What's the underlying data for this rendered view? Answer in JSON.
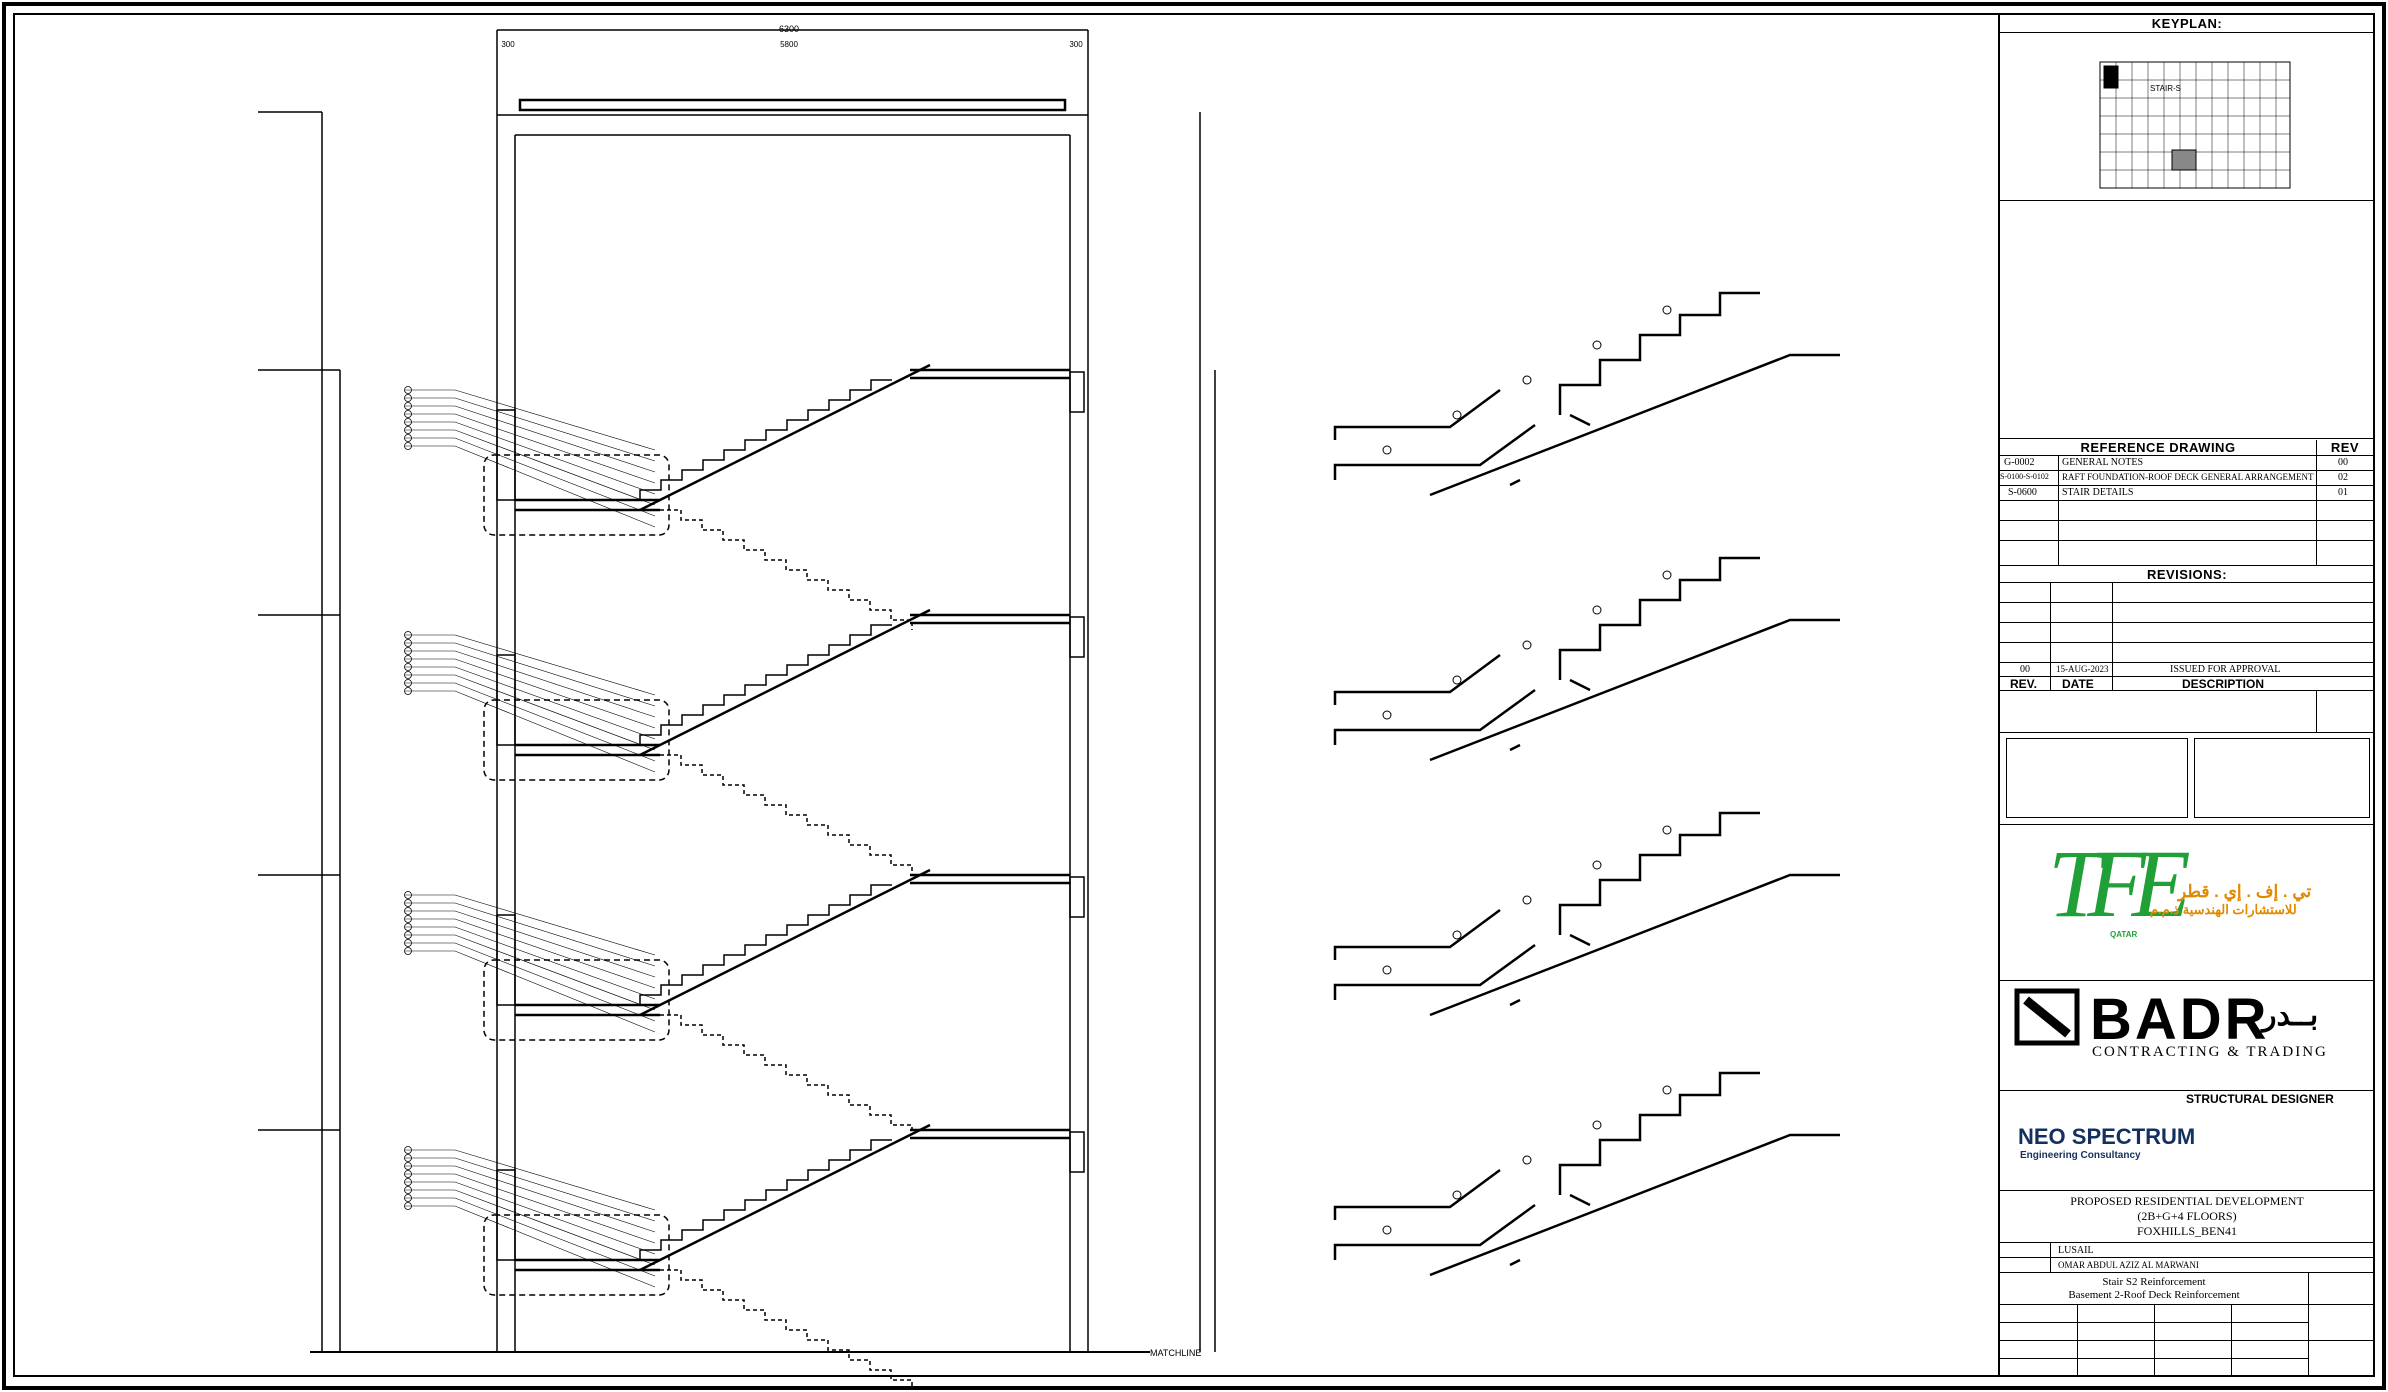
{
  "drawing": {
    "top_dims": [
      "6300",
      "300",
      "5800",
      "300"
    ],
    "section_bottom_label": "MATCHLINE"
  },
  "title_block": {
    "keyplan_title": "KEYPLAN:",
    "keyplan_label": "STAIR-S",
    "reference_title": "REFERENCE DRAWING",
    "reference_rev_header": "REV",
    "reference_rows": [
      {
        "no": "G-0002",
        "desc": "GENERAL NOTES",
        "rev": "00"
      },
      {
        "no": "S-0100-S-0102",
        "desc": "RAFT FOUNDATION-ROOF DECK GENERAL ARRANGEMENT",
        "rev": "02"
      },
      {
        "no": "S-0600",
        "desc": "STAIR DETAILS",
        "rev": "01"
      }
    ],
    "revisions_title": "REVISIONS:",
    "revision_rows": [
      {
        "rev": "00",
        "date": "15-AUG-2023",
        "desc": "ISSUED FOR APPROVAL"
      }
    ],
    "revisions_headers": [
      "REV.",
      "DATE",
      "DESCRIPTION"
    ],
    "consultant_arabic": "تي . إف . إي . قطر",
    "consultant_arabic_sub": "للاستشارات الهندسية ذ.م.م",
    "consultant_name": "QATAR",
    "badr_name": "BADR",
    "badr_arabic": "بــدر",
    "badr_sub": "CONTRACTING & TRADING",
    "designer_title": "STRUCTURAL DESIGNER",
    "neo_name": "NEO SPECTRUM",
    "neo_sub": "Engineering Consultancy",
    "project_title_1": "PROPOSED RESIDENTIAL DEVELOPMENT",
    "project_title_2": "(2B+G+4 FLOORS)",
    "project_title_3": "FOXHILLS_BEN41",
    "location": "LUSAIL",
    "client": "OMAR ABDUL AZIZ AL MARWANI",
    "sheet_title_1": "Stair S2 Reinforcement",
    "sheet_title_2": "Basement 2-Roof Deck Reinforcement"
  },
  "colors": {
    "line": "#000000",
    "logo_green": "#21a038",
    "logo_orange": "#e08a00",
    "neo_blue": "#14305e"
  }
}
